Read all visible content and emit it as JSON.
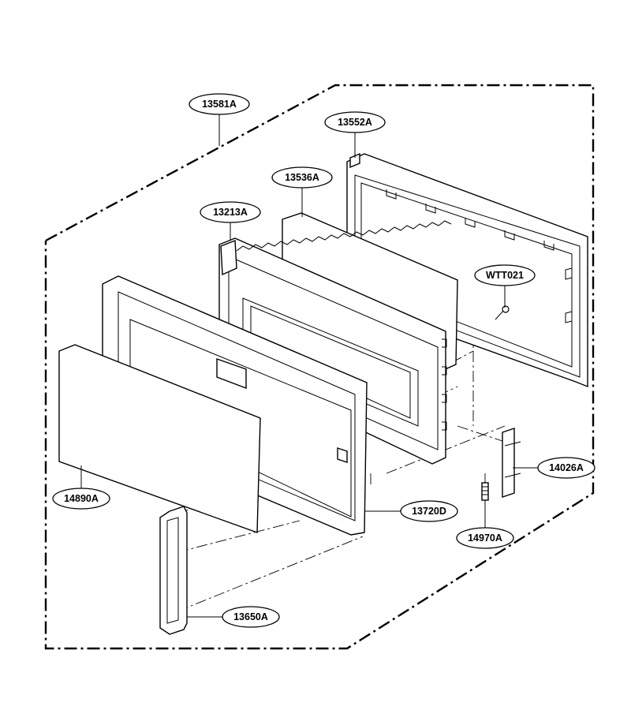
{
  "callouts": {
    "c13581A": "13581A",
    "c13552A": "13552A",
    "c13536A": "13536A",
    "c13213A": "13213A",
    "cWTT021": "WTT021",
    "c14026A": "14026A",
    "c14890A": "14890A",
    "c13720D": "13720D",
    "c14970A": "14970A",
    "c13650A": "13650A"
  }
}
